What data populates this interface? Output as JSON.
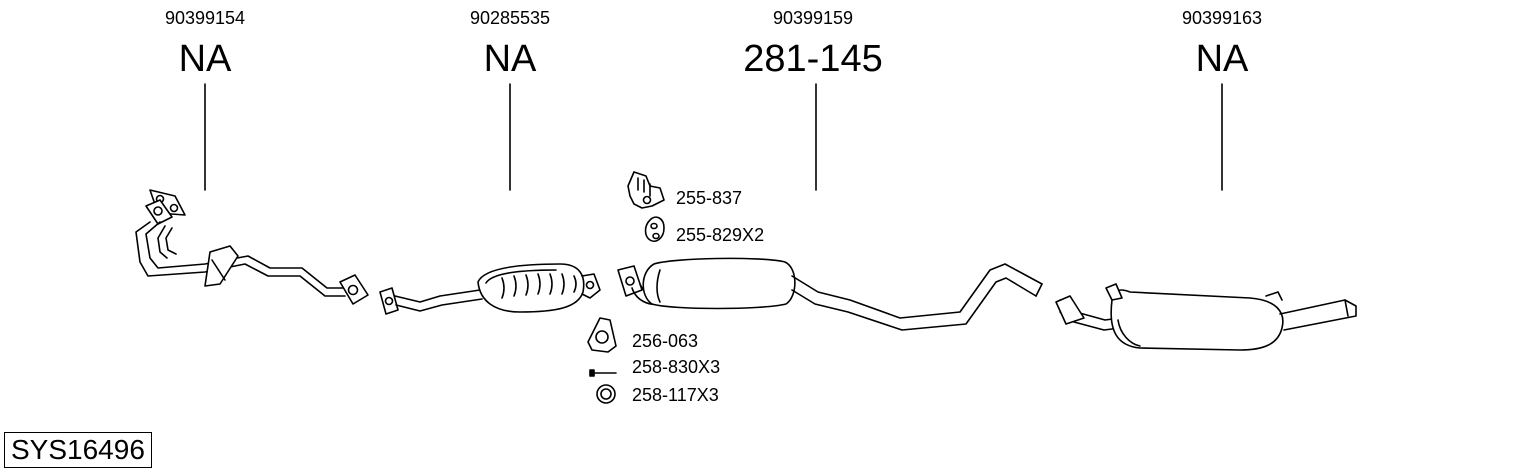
{
  "system": {
    "code": "SYS16496"
  },
  "parts": [
    {
      "oe": "90399154",
      "ref": "NA"
    },
    {
      "oe": "90285535",
      "ref": "NA"
    },
    {
      "oe": "90399159",
      "ref": "281-145"
    },
    {
      "oe": "90399163",
      "ref": "NA"
    }
  ],
  "accessories": [
    {
      "label": "255-837",
      "icon": "hanger-bracket-icon"
    },
    {
      "label": "255-829X2",
      "icon": "rubber-mount-icon"
    },
    {
      "label": "256-063",
      "icon": "gasket-icon"
    },
    {
      "label": "258-830X3",
      "icon": "bolt-icon"
    },
    {
      "label": "258-117X3",
      "icon": "spring-washer-icon"
    }
  ]
}
